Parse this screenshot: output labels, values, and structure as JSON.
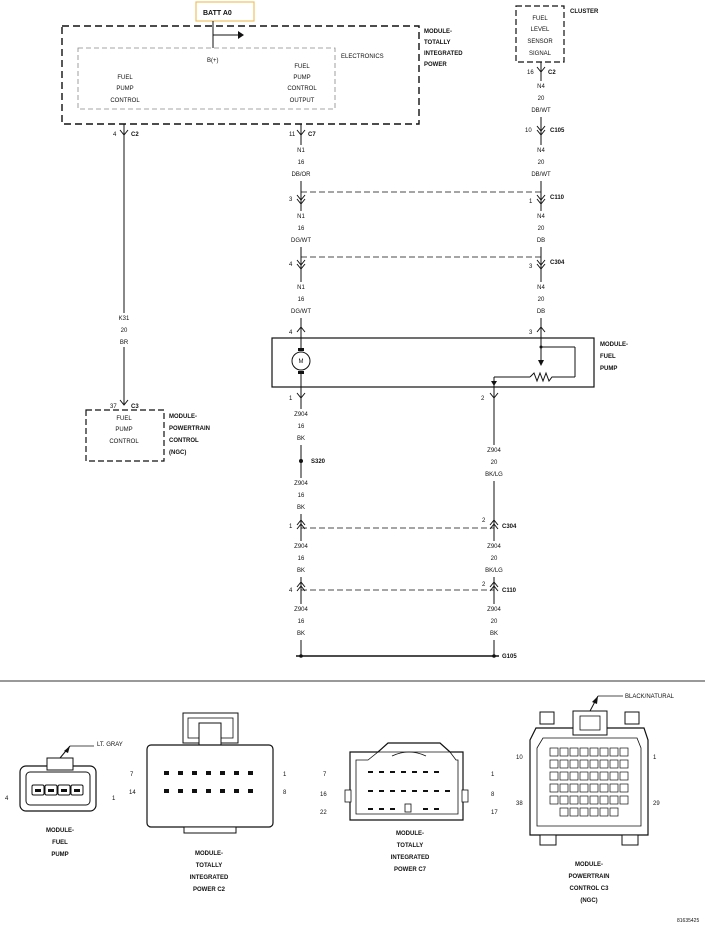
{
  "batt_label": "BATT A0",
  "modules": {
    "tipm": {
      "title_lines": [
        "MODULE-",
        "TOTALLY",
        "INTEGRATED",
        "POWER"
      ],
      "bplus": "B(+)",
      "electronics": "ELECTRONICS",
      "fpc_lines": [
        "FUEL",
        "PUMP",
        "CONTROL"
      ],
      "fpco_lines": [
        "FUEL",
        "PUMP",
        "CONTROL",
        "OUTPUT"
      ]
    },
    "cluster": {
      "title": "CLUSTER",
      "signal_lines": [
        "FUEL",
        "LEVEL",
        "SENSOR",
        "SIGNAL"
      ]
    },
    "fuel_pump": {
      "title_lines": [
        "MODULE-",
        "FUEL",
        "PUMP"
      ],
      "motor": "M"
    },
    "pcm": {
      "title_lines": [
        "MODULE-",
        "POWERTRAIN",
        "CONTROL",
        "(NGC)"
      ],
      "fpc_lines": [
        "FUEL",
        "PUMP",
        "CONTROL"
      ]
    }
  },
  "left_wire": {
    "pin_top": "4",
    "conn_top": "C2",
    "circuit": [
      "K31",
      "20",
      "BR"
    ],
    "pin_bottom": "37",
    "conn_bottom": "C3"
  },
  "mid_wire": {
    "pin_c7": "11",
    "conn_c7": "C7",
    "circuit_1": [
      "N1",
      "16",
      "DB/OR"
    ],
    "pin_c110": "3",
    "circuit_2": [
      "N1",
      "16",
      "DG/WT"
    ],
    "pin_c304": "4",
    "circuit_3": [
      "N1",
      "16",
      "DG/WT"
    ],
    "pin_fp_top": "4",
    "pin_fp_bottom": "1",
    "circuit_4": [
      "Z904",
      "16",
      "BK"
    ],
    "splice": "S320",
    "circuit_5": [
      "Z904",
      "16",
      "BK"
    ],
    "pin_c304_b": "1",
    "circuit_6": [
      "Z904",
      "16",
      "BK"
    ],
    "pin_c110_b": "4",
    "circuit_7": [
      "Z904",
      "16",
      "BK"
    ]
  },
  "right_wire": {
    "pin_c2": "16",
    "conn_c2": "C2",
    "circuit_1": [
      "N4",
      "20",
      "DB/WT"
    ],
    "pin_c105": "10",
    "conn_c105": "C105",
    "circuit_2": [
      "N4",
      "20",
      "DB/WT"
    ],
    "pin_c110": "1",
    "conn_c110": "C110",
    "circuit_3": [
      "N4",
      "20",
      "DB"
    ],
    "pin_c304": "3",
    "conn_c304": "C304",
    "circuit_4": [
      "N4",
      "20",
      "DB"
    ],
    "pin_fp_top": "3",
    "pin_fp_bottom": "2",
    "circuit_5": [
      "Z904",
      "20",
      "BK/LG"
    ],
    "pin_c304_b": "2",
    "conn_c304_b": "C304",
    "circuit_6": [
      "Z904",
      "20",
      "BK/LG"
    ],
    "pin_c110_b": "2",
    "conn_c110_b": "C110",
    "circuit_7": [
      "Z904",
      "20",
      "BK"
    ],
    "ground": "G105"
  },
  "connectors": {
    "fuel_pump": {
      "label_lines": [
        "MODULE-",
        "FUEL",
        "PUMP"
      ],
      "callout": "LT. GRAY",
      "pin_left": "4",
      "pin_right": "1"
    },
    "tipm_c2": {
      "label_lines": [
        "MODULE-",
        "TOTALLY",
        "INTEGRATED",
        "POWER C2"
      ],
      "pins": [
        "7",
        "1",
        "14",
        "8"
      ]
    },
    "tipm_c7": {
      "label_lines": [
        "MODULE-",
        "TOTALLY",
        "INTEGRATED",
        "POWER C7"
      ],
      "pins": [
        "7",
        "1",
        "16",
        "8",
        "22",
        "17"
      ]
    },
    "pcm_c3": {
      "label_lines": [
        "MODULE-",
        "POWERTRAIN",
        "CONTROL C3",
        "(NGC)"
      ],
      "callout": "BLACK/NATURAL",
      "pins": [
        "10",
        "1",
        "38",
        "29"
      ]
    }
  },
  "figure_id": "81635425"
}
